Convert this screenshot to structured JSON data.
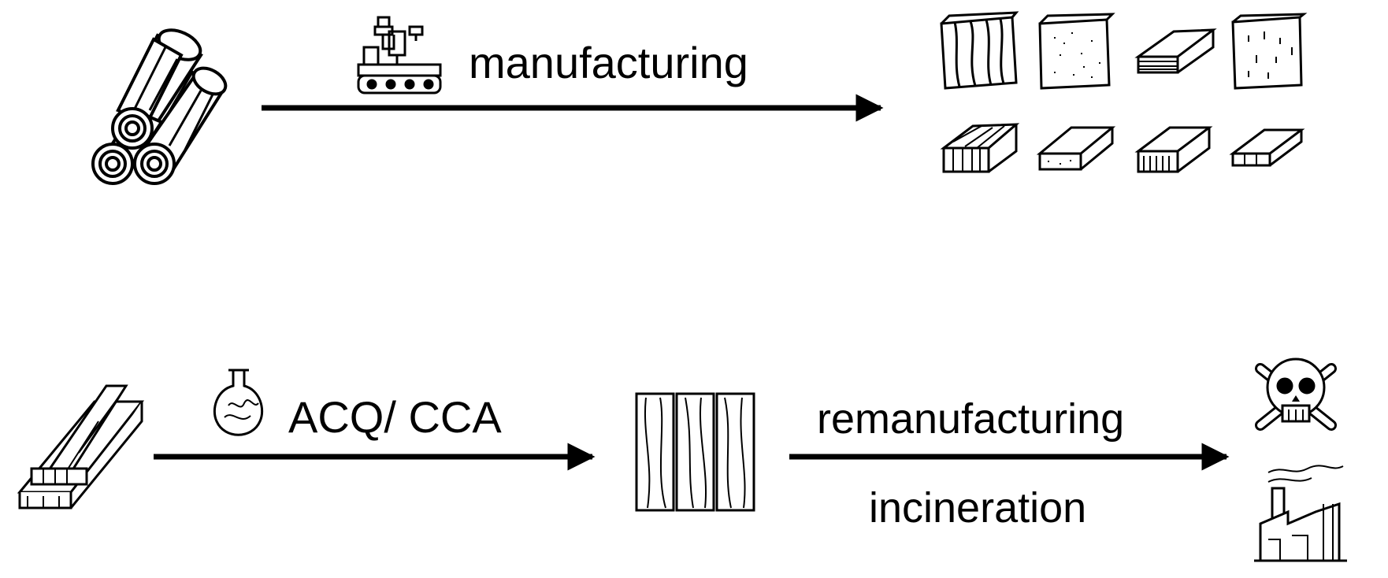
{
  "row1": {
    "label": "manufacturing",
    "source_icon": "log-pile-icon",
    "process_icon": "industrial-robot-conveyor-icon",
    "products": [
      "solid-wood-board-icon",
      "particle-board-icon",
      "plywood-board-icon",
      "fiberboard-icon",
      "glulam-beam-icon",
      "particle-slab-icon",
      "laminated-slab-icon",
      "hollow-core-slab-icon"
    ]
  },
  "row2": {
    "label": "ACQ/ CCA",
    "label_above": "remanufacturing",
    "label_below": "incineration",
    "source_icon": "lumber-stack-icon",
    "chemical_icon": "flask-icon",
    "treated_icon": "treated-wood-planks-icon",
    "outcomes": [
      "skull-crossbones-icon",
      "factory-smokestack-icon"
    ]
  },
  "colors": {
    "ink": "#000000",
    "background": "#ffffff"
  }
}
